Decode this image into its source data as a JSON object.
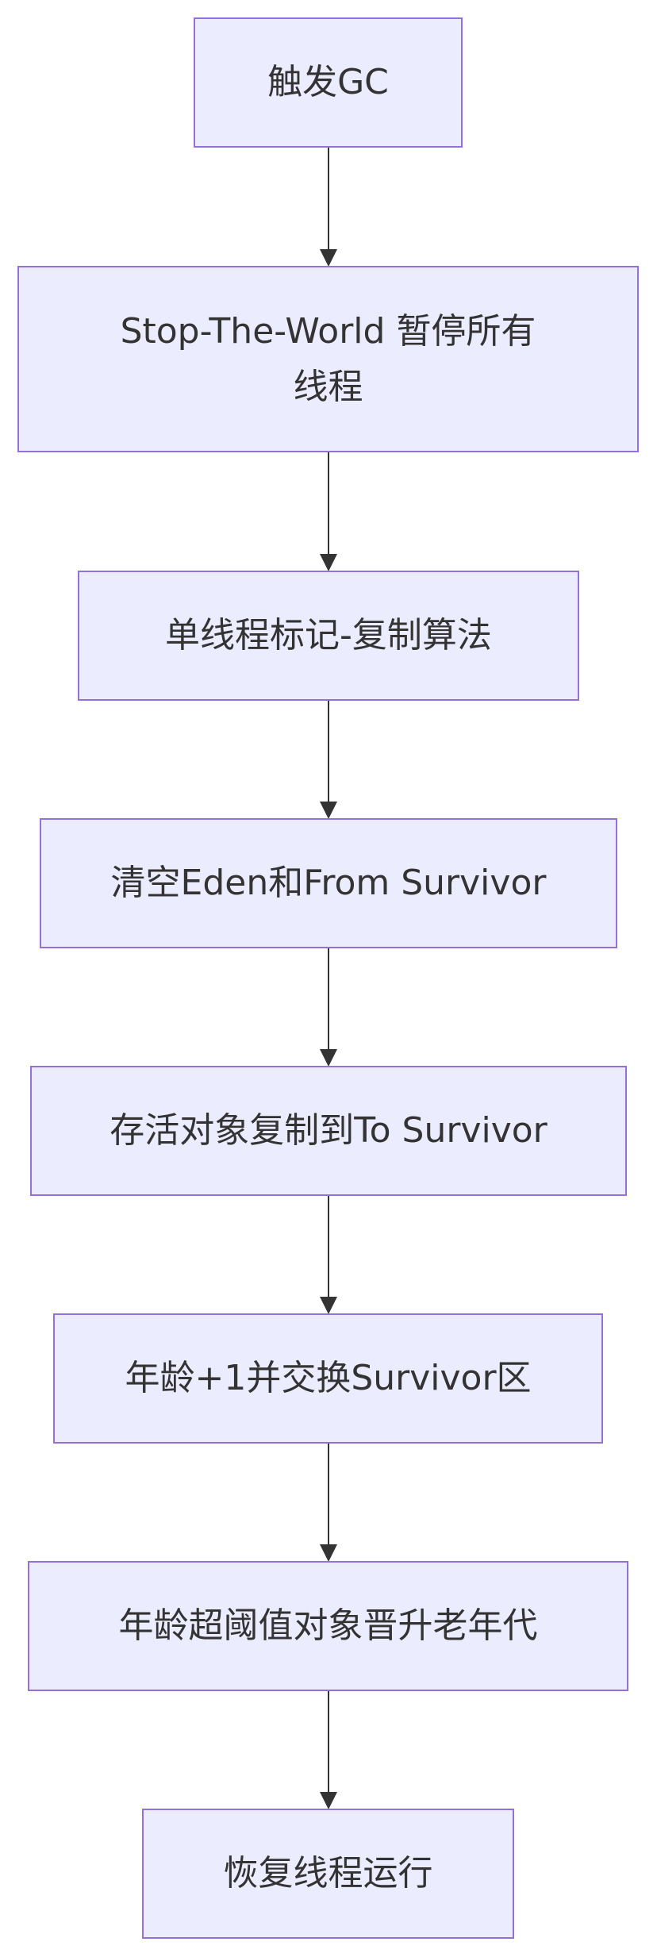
{
  "nodes": [
    {
      "id": "n1",
      "label": "触发GC"
    },
    {
      "id": "n2",
      "label": "Stop-The-World 暂停所有线程"
    },
    {
      "id": "n3",
      "label": "单线程标记-复制算法"
    },
    {
      "id": "n4",
      "label": "清空Eden和From Survivor"
    },
    {
      "id": "n5",
      "label": "存活对象复制到To Survivor"
    },
    {
      "id": "n6",
      "label": "年龄+1并交换Survivor区"
    },
    {
      "id": "n7",
      "label": "年龄超阈值对象晋升老年代"
    },
    {
      "id": "n8",
      "label": "恢复线程运行"
    }
  ],
  "edges": [
    {
      "from": "n1",
      "to": "n2"
    },
    {
      "from": "n2",
      "to": "n3"
    },
    {
      "from": "n3",
      "to": "n4"
    },
    {
      "from": "n4",
      "to": "n5"
    },
    {
      "from": "n5",
      "to": "n6"
    },
    {
      "from": "n6",
      "to": "n7"
    },
    {
      "from": "n7",
      "to": "n8"
    }
  ]
}
